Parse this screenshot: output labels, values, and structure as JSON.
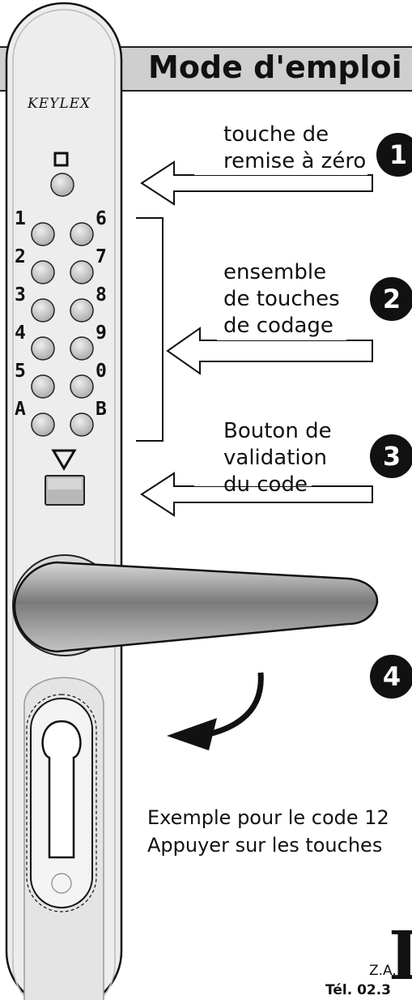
{
  "header": {
    "title": "Mode d'emploi"
  },
  "device": {
    "brand": "KEYLEX",
    "keys_left": [
      "1",
      "2",
      "3",
      "4",
      "5",
      "A"
    ],
    "keys_right": [
      "6",
      "7",
      "8",
      "9",
      "0",
      "B"
    ]
  },
  "callouts": [
    {
      "number": "1",
      "lines": [
        "touche de",
        "remise à zéro"
      ]
    },
    {
      "number": "2",
      "lines": [
        "ensemble",
        "de touches",
        "de codage"
      ]
    },
    {
      "number": "3",
      "lines": [
        "Bouton de",
        "validation",
        "du code"
      ]
    },
    {
      "number": "4"
    }
  ],
  "footer": {
    "example_line": "Exemple pour le code 12",
    "instruction_line": "Appuyer sur les touches",
    "big_letter": "I",
    "address": "Z.A.",
    "phone": "Tél. 02.3"
  },
  "colors": {
    "header_bg": "#cfcfcf",
    "plate": "#ededed",
    "key": "#cccccc",
    "handle_dark": "#777777"
  }
}
